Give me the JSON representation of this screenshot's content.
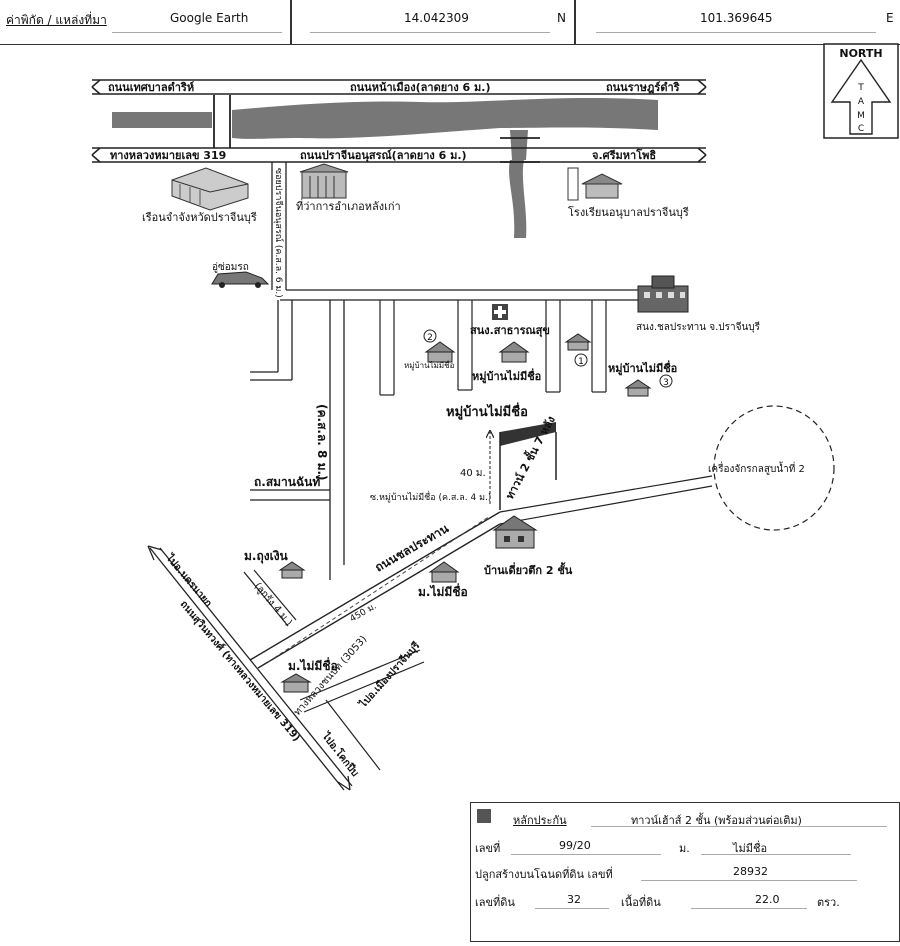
{
  "header": {
    "source_label": "ค่าพิกัด / แหล่งที่มา",
    "source_value": "Google Earth",
    "lat_value": "14.042309",
    "lat_dir": "N",
    "lon_value": "101.369645",
    "lon_dir": "E"
  },
  "compass": {
    "label": "NORTH",
    "letters": [
      "T",
      "A",
      "M",
      "C"
    ]
  },
  "roads": {
    "top_left": "ถนนเทศบาลดำริห์",
    "top_middle": "ถนนหน้าเมือง(ลาดยาง 6 ม.)",
    "top_right": "ถนนราษฎร์ดำริ",
    "second_left": "ทางหลวงหมายเลข 319",
    "second_middle": "ถนนปราจีนอนุสรณ์(ลาดยาง 6 ม.)",
    "second_right": "จ.ศรีมหาโพธิ",
    "vertical_soi": "ซอยปราจีนอนุสรณ์ (ค.ส.ล. 6 ม.)",
    "vertical_kasal8": "(ค.ส.ล. 8 ม.)",
    "samanchan": "ถ.สมานฉันท์",
    "chonprathan": "ถนนชลประทาน",
    "soi_village": "ซ.หมู่บ้านไม่มีชื่อ (ค.ส.ล. 4 ม.)",
    "lukrung": "(ลูกรัง 4 ม.)",
    "suwinthawong": "ถนนสุวินทวงศ์ (ทางหลวงหมายเลข 319)",
    "hwy3053": "ทางหลวงชนบท (3053)",
    "to_nakhon_nayok": "ไปอ.นครนายก",
    "to_prachinburi": "ไปอ.เมืองปราจีนบุรี",
    "to_kabinburi": "ไปอ.โคกปีบ"
  },
  "places": {
    "prison": "เรือนจำจังหวัดปราจีนบุรี",
    "district_office": "ที่ว่าการอำเภอหลังเก่า",
    "kindergarten": "โรงเรียนอนุบาลปราจีนบุรี",
    "car_repair": "อู่ซ่อมรถ",
    "health_center": "สนง.สาธารณสุข",
    "irrigation": "สนง.ชลประทาน จ.ปราจีนบุรี",
    "village_unnamed_top": "หมู่บ้านไม่มีชื่อ",
    "village_a": "หมู่บ้านไม่มีชื่อ",
    "village_b": "หมู่บ้านไม่มีชื่อ",
    "village_c": "หมู่บ้านไม่มีชื่อ",
    "pump_station": "เครื่องจักรกลสูบน้ำที่ 2",
    "house_single": "บ้านเดี่ยวตึก 2 ชั้น",
    "m_thung_ngoen": "ม.ถุงเงิน",
    "m_unnamed_1": "ม.ไม่มีชื่อ",
    "m_unnamed_2": "ม.ไม่มีชื่อ",
    "subject": "ทาวน์ 2 ชั้น 7 หลัง"
  },
  "markers": [
    "1",
    "2",
    "3"
  ],
  "distances": {
    "d40": "40 ม.",
    "d450": "450 ม."
  },
  "legend": {
    "title": "หลักประกัน",
    "type": "ทาวน์เฮ้าส์ 2 ชั้น (พร้อมส่วนต่อเติม)",
    "number_label": "เลขที่",
    "number_value": "99/20",
    "moo_label": "ม.",
    "moo_value": "ไม่มีชื่อ",
    "deed_label": "ปลูกสร้างบนโฉนดที่ดิน เลขที่",
    "deed_value": "28932",
    "land_label": "เลขที่ดิน",
    "land_value": "32",
    "area_label": "เนื้อที่ดิน",
    "area_value": "22.0",
    "area_unit": "ตรว."
  }
}
